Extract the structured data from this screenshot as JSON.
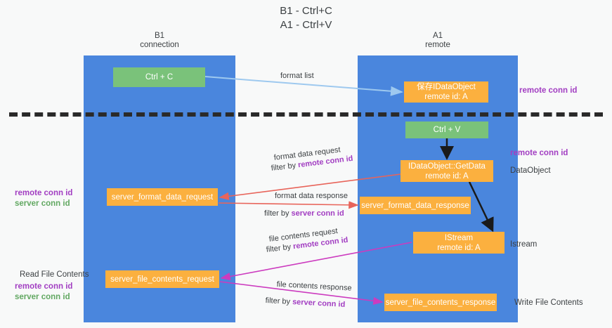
{
  "title": "B1 - Ctrl+C\nA1 - Ctrl+V",
  "colors": {
    "lane": "#4a86dd",
    "node_green": "#7ac27a",
    "node_orange": "#fbb03f",
    "remote_conn_id": "#a23ec2",
    "server_conn_id": "#62a862",
    "arrow_blue": "#9ec9ef",
    "arrow_red": "#e8645a",
    "arrow_magenta": "#cc3bbf",
    "arrow_black": "#1a1a1a",
    "background": "#f8f9f9",
    "text": "#3c4043"
  },
  "columns": [
    {
      "id": "b1",
      "label": "B1\nconnection"
    },
    {
      "id": "a1",
      "label": "A1\nremote"
    }
  ],
  "nodes": [
    {
      "id": "ctrl-c",
      "label": "Ctrl + C",
      "kind": "green"
    },
    {
      "id": "save-idataobject",
      "label": "保存IDataObject\nremote id: A",
      "kind": "orange"
    },
    {
      "id": "ctrl-v",
      "label": "Ctrl + V",
      "kind": "green"
    },
    {
      "id": "idataobject-getdata",
      "label": "IDataObject::GetData\nremote id: A",
      "kind": "orange"
    },
    {
      "id": "server-format-data-request",
      "label": "server_format_data_request",
      "kind": "orange"
    },
    {
      "id": "server-format-data-response",
      "label": "server_format_data_response",
      "kind": "orange"
    },
    {
      "id": "istream",
      "label": "IStream\nremote id: A",
      "kind": "orange"
    },
    {
      "id": "server-file-contents-request",
      "label": "server_file_contents_request",
      "kind": "orange"
    },
    {
      "id": "server-file-contents-response",
      "label": "server_file_contents_response",
      "kind": "orange"
    }
  ],
  "edge_labels": {
    "format_list": "format list",
    "format_data_request": "format data request",
    "format_data_request_filter_prefix": "filter by ",
    "format_data_request_filter_value": "remote conn id",
    "format_data_response": "format data response",
    "format_data_response_filter_prefix": "filter by ",
    "format_data_response_filter_value": "server conn id",
    "file_contents_request": "file contents request",
    "file_contents_request_filter_prefix": "filter by ",
    "file_contents_request_filter_value": "remote conn id",
    "file_contents_response": "file contents response",
    "file_contents_response_filter_prefix": "filter by ",
    "file_contents_response_filter_value": "server conn id"
  },
  "right_labels": [
    {
      "id": "remote-conn-id-1",
      "text": "remote conn id",
      "style": "purple"
    },
    {
      "id": "remote-conn-id-2",
      "text": "remote conn id",
      "style": "purple"
    },
    {
      "id": "dataobject",
      "text": "DataObject",
      "style": "dark"
    },
    {
      "id": "istream",
      "text": "Istream",
      "style": "dark"
    },
    {
      "id": "write-file-contents",
      "text": "Write File Contents",
      "style": "dark"
    }
  ],
  "left_labels": {
    "mid_remote": "remote conn id",
    "mid_server": "server conn id",
    "read_file_contents": "Read File Contents",
    "bottom_remote": "remote conn id",
    "bottom_server": "server conn id"
  }
}
